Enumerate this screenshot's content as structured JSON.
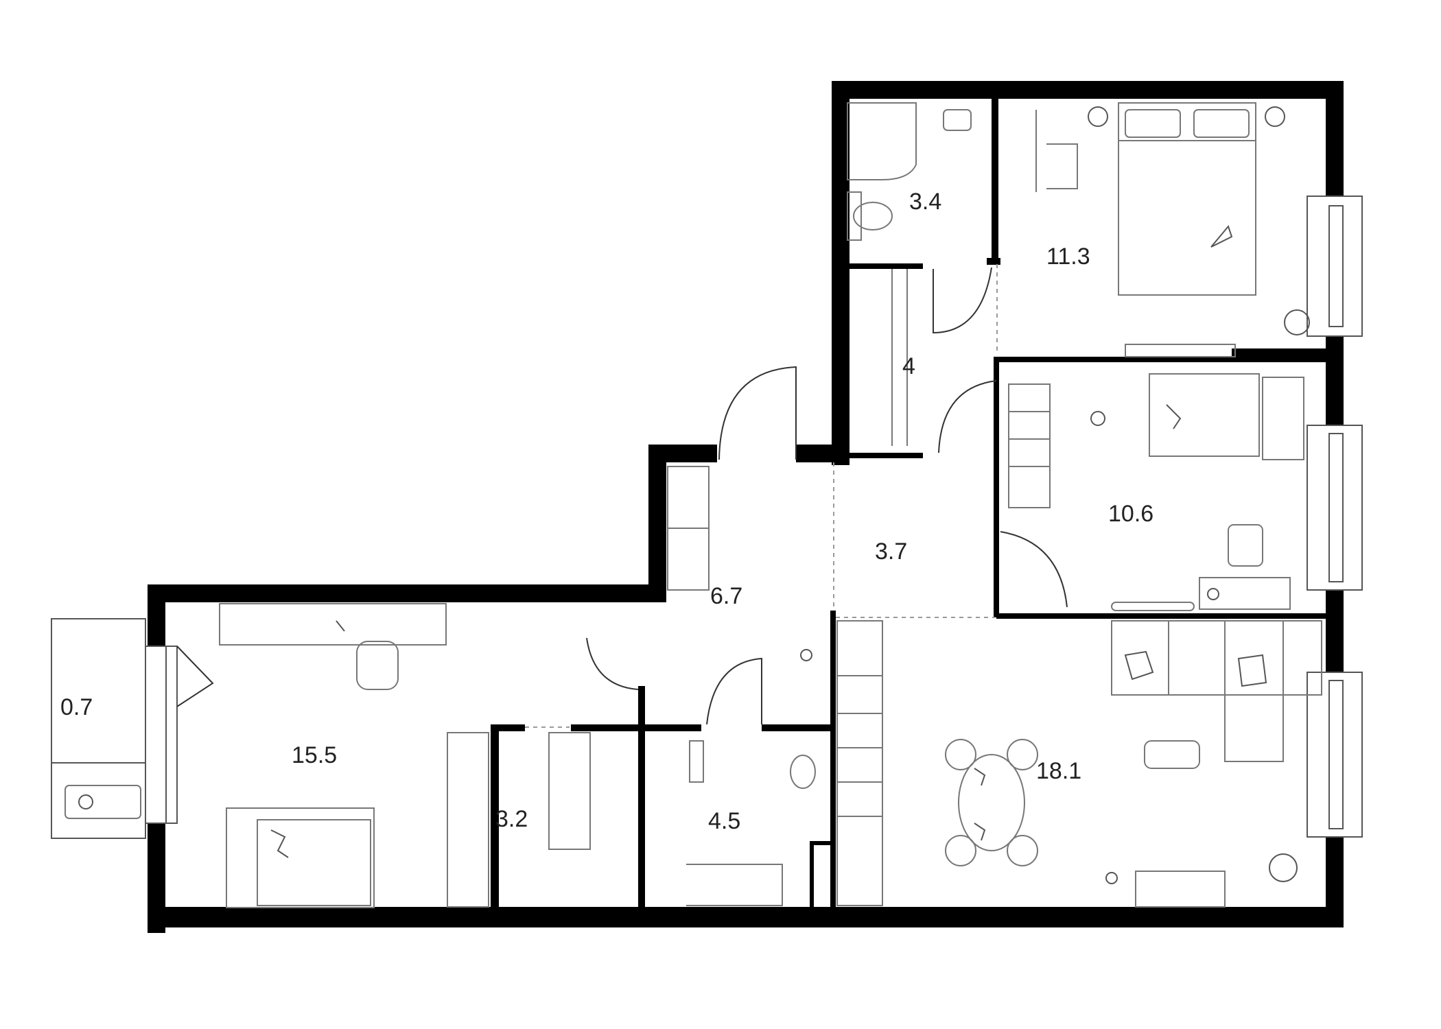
{
  "rooms": [
    {
      "id": "bathroom",
      "area": "3.4"
    },
    {
      "id": "bedroom-1",
      "area": "11.3"
    },
    {
      "id": "closet",
      "area": "4"
    },
    {
      "id": "bedroom-2",
      "area": "10.6"
    },
    {
      "id": "hall",
      "area": "3.7"
    },
    {
      "id": "corridor",
      "area": "6.7"
    },
    {
      "id": "balcony",
      "area": "0.7"
    },
    {
      "id": "living-room",
      "area": "15.5"
    },
    {
      "id": "storage",
      "area": "3.2"
    },
    {
      "id": "toilet",
      "area": "4.5"
    },
    {
      "id": "kitchen-dining",
      "area": "18.1"
    }
  ],
  "colors": {
    "wall": "#000000",
    "line": "#555555",
    "label": "#222222"
  }
}
